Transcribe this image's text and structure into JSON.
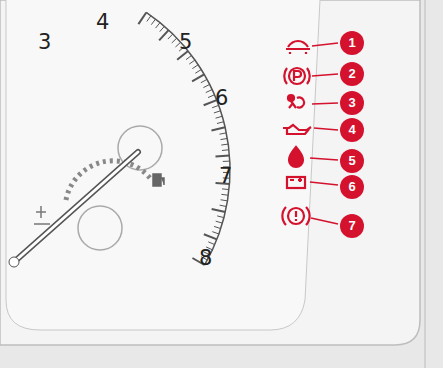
{
  "diagram": {
    "labels": [
      "3",
      "4",
      "5",
      "6",
      "7",
      "8",
      "1",
      "2",
      "3",
      "4",
      "5",
      "6",
      "7"
    ]
  }
}
